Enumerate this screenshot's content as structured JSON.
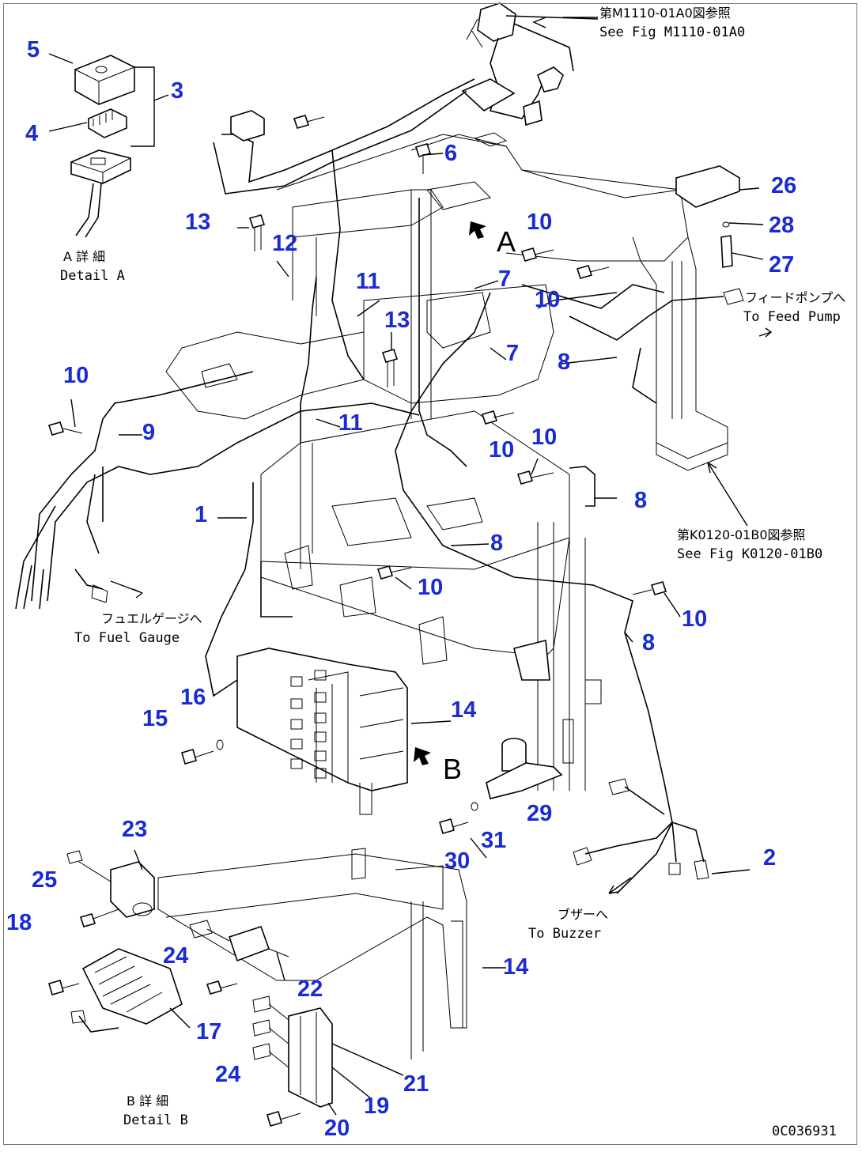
{
  "callouts": [
    {
      "id": "c5",
      "text": "5"
    },
    {
      "id": "c4",
      "text": "4"
    },
    {
      "id": "c3",
      "text": "3"
    },
    {
      "id": "c6",
      "text": "6"
    },
    {
      "id": "c26",
      "text": "26"
    },
    {
      "id": "c28",
      "text": "28"
    },
    {
      "id": "c27",
      "text": "27"
    },
    {
      "id": "c13a",
      "text": "13"
    },
    {
      "id": "c12",
      "text": "12"
    },
    {
      "id": "c10a",
      "text": "10"
    },
    {
      "id": "c11a",
      "text": "11"
    },
    {
      "id": "c13b",
      "text": "13"
    },
    {
      "id": "c7a",
      "text": "7"
    },
    {
      "id": "c10b",
      "text": "10"
    },
    {
      "id": "c7b",
      "text": "7"
    },
    {
      "id": "c8a",
      "text": "8"
    },
    {
      "id": "c10c",
      "text": "10"
    },
    {
      "id": "c9",
      "text": "9"
    },
    {
      "id": "c11b",
      "text": "11"
    },
    {
      "id": "c10d",
      "text": "10"
    },
    {
      "id": "c10e",
      "text": "10"
    },
    {
      "id": "c8b",
      "text": "8"
    },
    {
      "id": "c1",
      "text": "1"
    },
    {
      "id": "c8c",
      "text": "8"
    },
    {
      "id": "c10f",
      "text": "10"
    },
    {
      "id": "c10g",
      "text": "10"
    },
    {
      "id": "c8d",
      "text": "8"
    },
    {
      "id": "c16",
      "text": "16"
    },
    {
      "id": "c15",
      "text": "15"
    },
    {
      "id": "c14a",
      "text": "14"
    },
    {
      "id": "c29",
      "text": "29"
    },
    {
      "id": "c31",
      "text": "31"
    },
    {
      "id": "c30",
      "text": "30"
    },
    {
      "id": "c23",
      "text": "23"
    },
    {
      "id": "c2",
      "text": "2"
    },
    {
      "id": "c25",
      "text": "25"
    },
    {
      "id": "c18",
      "text": "18"
    },
    {
      "id": "c24a",
      "text": "24"
    },
    {
      "id": "c14b",
      "text": "14"
    },
    {
      "id": "c22",
      "text": "22"
    },
    {
      "id": "c17",
      "text": "17"
    },
    {
      "id": "c24b",
      "text": "24"
    },
    {
      "id": "c21",
      "text": "21"
    },
    {
      "id": "c19",
      "text": "19"
    },
    {
      "id": "c20",
      "text": "20"
    }
  ],
  "notes": {
    "fig_ref_top_jp": "第M1110-01A0図参照",
    "fig_ref_top_en": "See Fig M1110-01A0",
    "fig_ref_mid_jp": "第K0120-01B0図参照",
    "fig_ref_mid_en": "See Fig K0120-01B0",
    "feed_pump_jp": "フィードポンプへ",
    "feed_pump_en": "To Feed Pump",
    "fuel_gauge_jp": "フュエルゲージへ",
    "fuel_gauge_en": "To Fuel Gauge",
    "buzzer_jp": "ブザーへ",
    "buzzer_en": "To Buzzer",
    "detail_a_jp": "A 詳 細",
    "detail_a_en": "Detail A",
    "detail_b_jp": "B 詳 細",
    "detail_b_en": "Detail B",
    "view_a": "A",
    "view_b": "B",
    "drawing_no": "0C036931"
  }
}
